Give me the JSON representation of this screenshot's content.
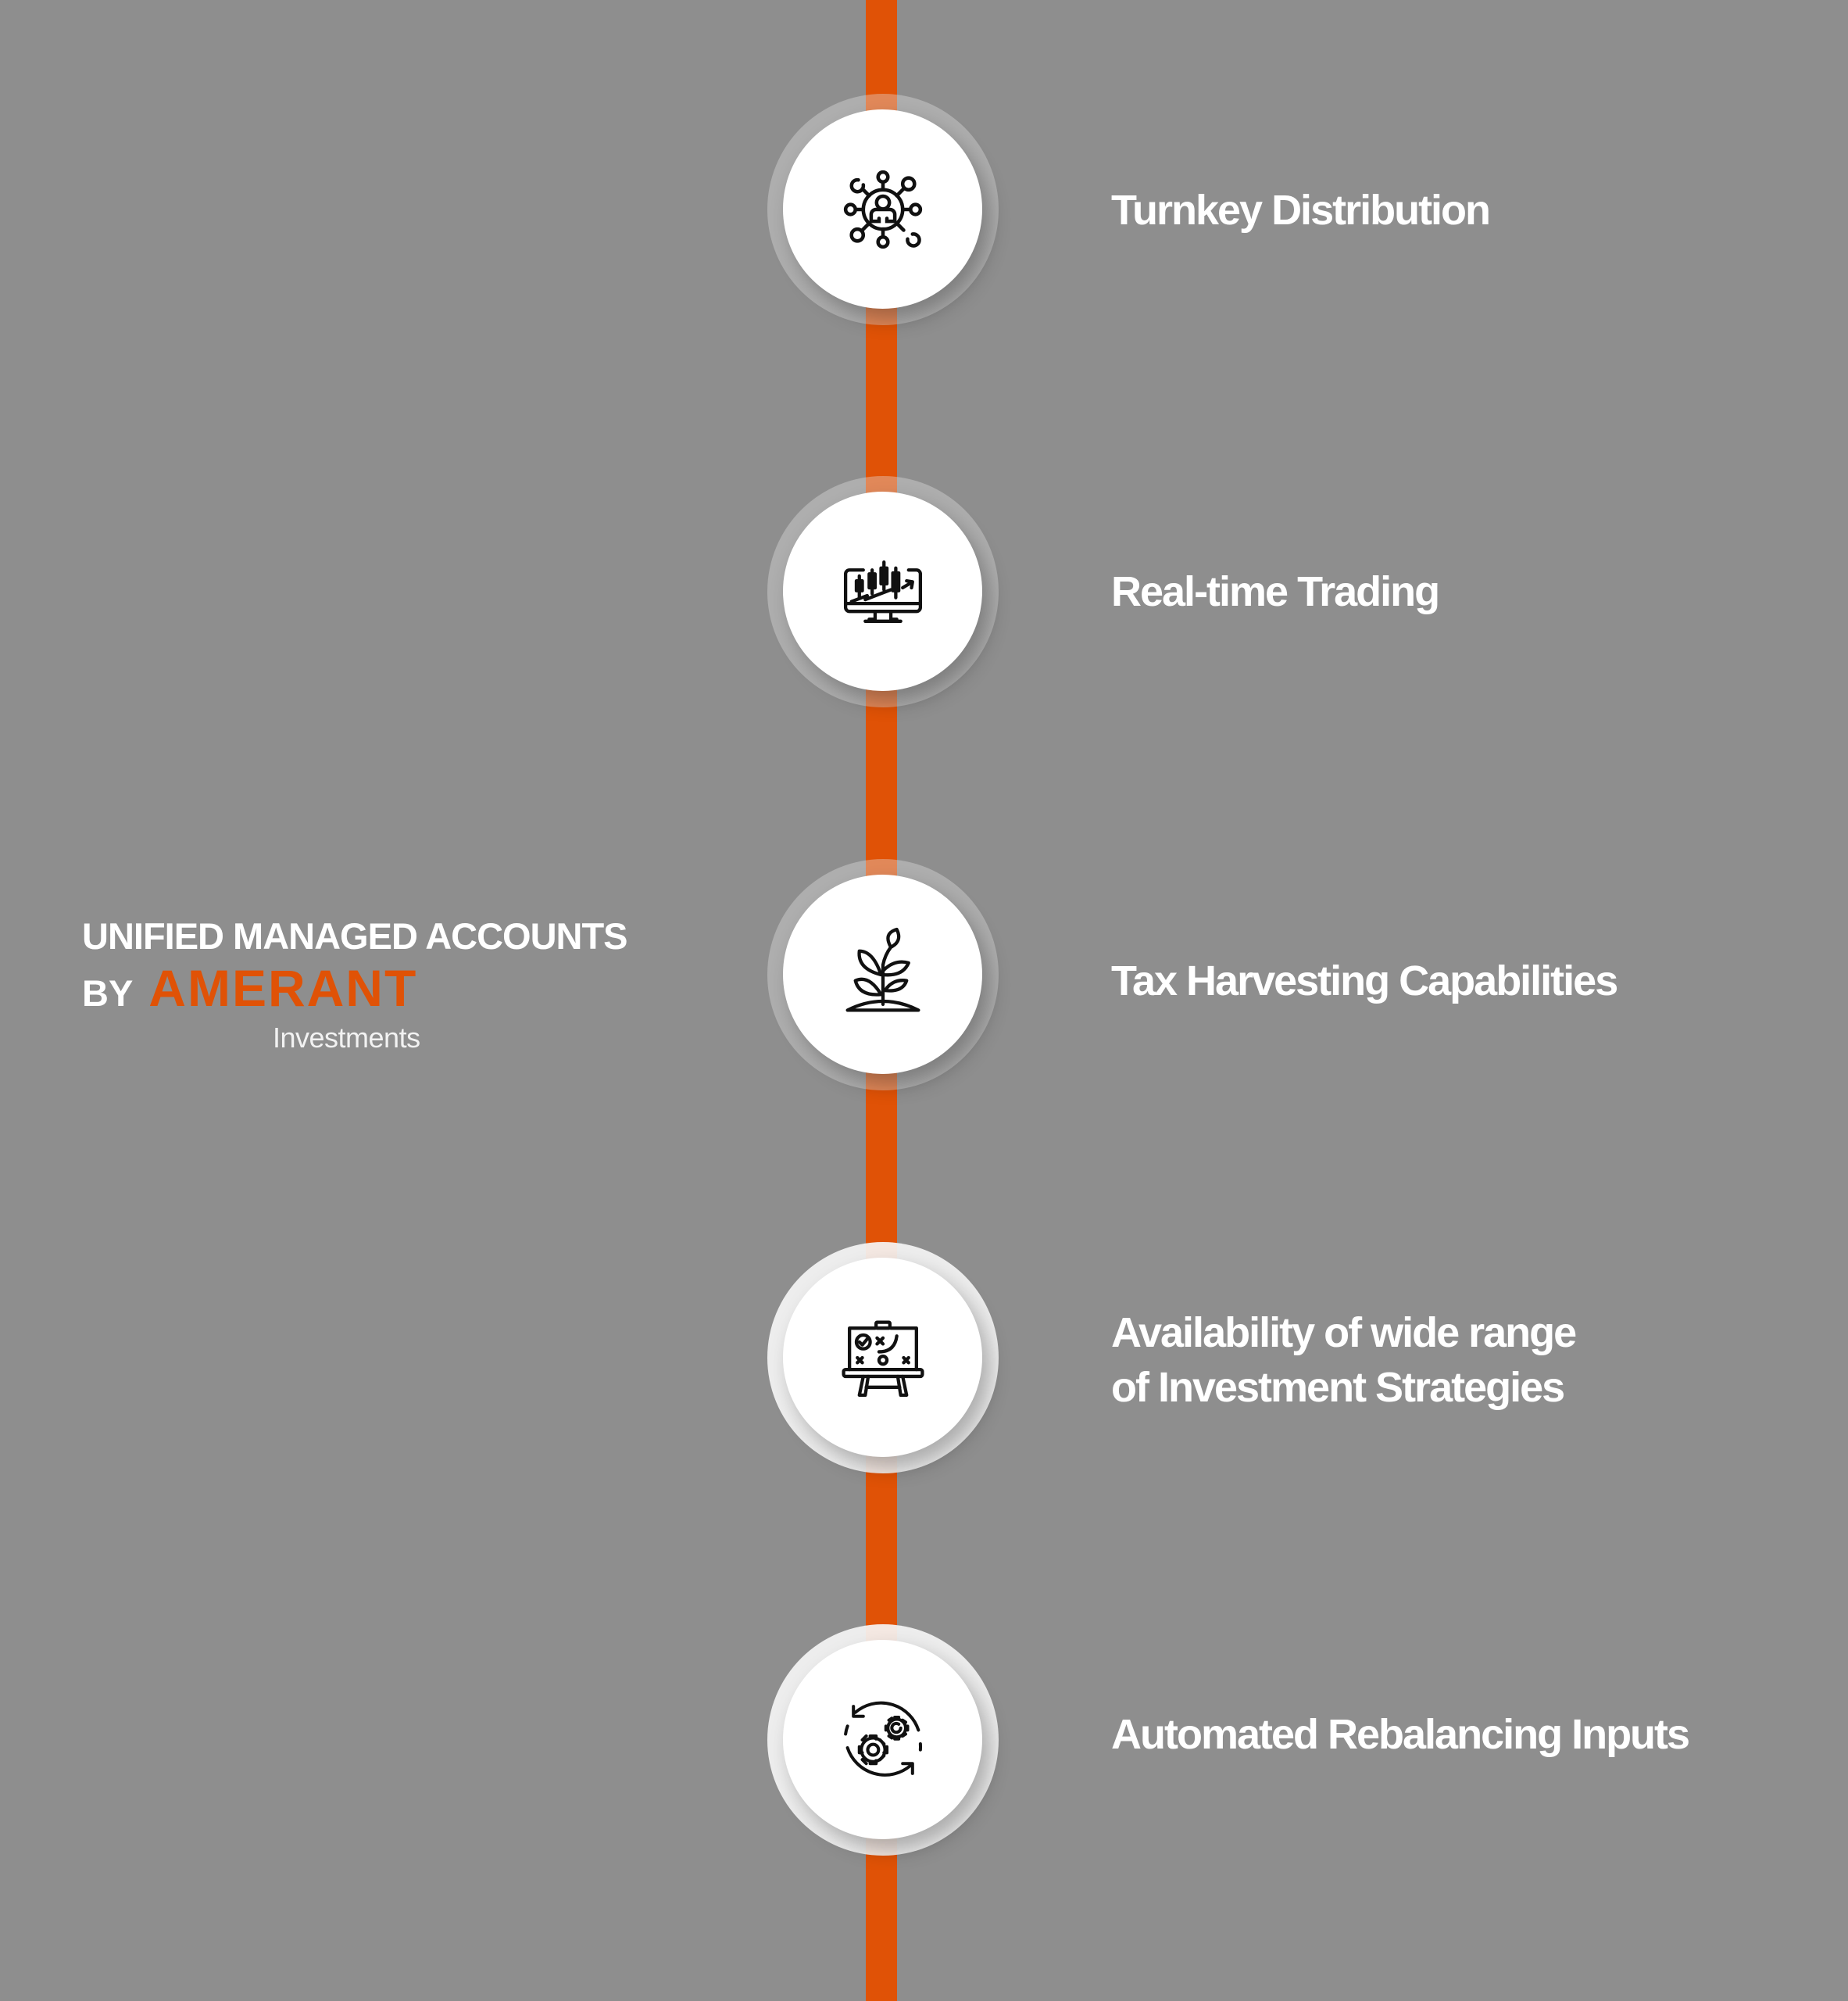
{
  "colors": {
    "background": "#8e8e8e",
    "accent": "#e05206",
    "text": "#ffffff",
    "disc": "#ffffff"
  },
  "brand": {
    "title": "UNIFIED MANAGED ACCOUNTS",
    "by": "BY",
    "name": "AMERANT",
    "sub": "Investments"
  },
  "steps": [
    {
      "icon": "network-person-icon",
      "label": "Turnkey Distribution"
    },
    {
      "icon": "monitor-candlestick-chart-icon",
      "label": "Real-time Trading"
    },
    {
      "icon": "growing-plant-icon",
      "label": "Tax Harvesting Capabilities"
    },
    {
      "icon": "strategy-board-icon",
      "label_line1": "Availability of wide range",
      "label_line2": "of Investment Strategies"
    },
    {
      "icon": "gears-refresh-icon",
      "label": "Automated Rebalancing Inputs"
    }
  ]
}
